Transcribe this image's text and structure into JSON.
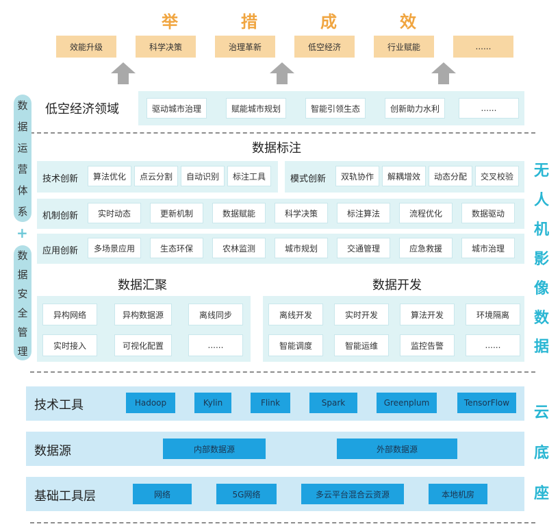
{
  "top_chars": [
    "举",
    "措",
    "成",
    "效"
  ],
  "results": [
    "效能升级",
    "科学决策",
    "治理革新",
    "低空经济",
    "行业赋能",
    "......"
  ],
  "low_alt": {
    "title": "低空经济领域",
    "items": [
      "驱动城市治理",
      "赋能城市规划",
      "智能引领生态",
      "创新助力水利",
      "......"
    ]
  },
  "labeling": {
    "title": "数据标注",
    "tech": {
      "label": "技术创新",
      "items": [
        "算法优化",
        "点云分割",
        "自动识别",
        "标注工具"
      ]
    },
    "mode": {
      "label": "模式创新",
      "items": [
        "双轨协作",
        "解耦增效",
        "动态分配",
        "交叉校验"
      ]
    },
    "mech": {
      "label": "机制创新",
      "items": [
        "实时动态",
        "更新机制",
        "数据赋能",
        "科学决策",
        "标注算法",
        "流程优化",
        "数据驱动"
      ]
    },
    "app": {
      "label": "应用创新",
      "items": [
        "多场景应用",
        "生态环保",
        "农林监测",
        "城市规划",
        "交通管理",
        "应急救援",
        "城市治理"
      ]
    }
  },
  "aggregation": {
    "title": "数据汇聚",
    "items": [
      "异构网络",
      "异构数据源",
      "离线同步",
      "实时接入",
      "可视化配置",
      "......"
    ]
  },
  "development": {
    "title": "数据开发",
    "items": [
      "离线开发",
      "实时开发",
      "算法开发",
      "环境隔离",
      "智能调度",
      "智能运维",
      "监控告警",
      "......"
    ]
  },
  "tech_tools": {
    "label": "技术工具",
    "items": [
      "Hadoop",
      "Kylin",
      "Flink",
      "Spark",
      "Greenplum",
      "TensorFlow"
    ]
  },
  "data_source": {
    "label": "数据源",
    "items": [
      "内部数据源",
      "外部数据源"
    ]
  },
  "infra": {
    "label": "基础工具层",
    "items": [
      "网络",
      "5G网络",
      "多云平台混合云资源",
      "本地机房"
    ]
  },
  "left_bar_top": [
    "数",
    "据",
    "运",
    "营",
    "体",
    "系"
  ],
  "plus": "+",
  "left_bar_bottom": [
    "数",
    "据",
    "安",
    "全",
    "管",
    "理"
  ],
  "right_top": [
    "无",
    "人",
    "机",
    "影",
    "像",
    "数",
    "据"
  ],
  "right_bottom": [
    "云",
    "底",
    "座"
  ],
  "colors": {
    "orange_box": "#f8d7a3",
    "orange_text": "#f0a540",
    "teal_panel": "#dff3f5",
    "blue_box": "#1ea2e0",
    "blue_panel": "#cde9f6",
    "right_text": "#29b6d3"
  }
}
